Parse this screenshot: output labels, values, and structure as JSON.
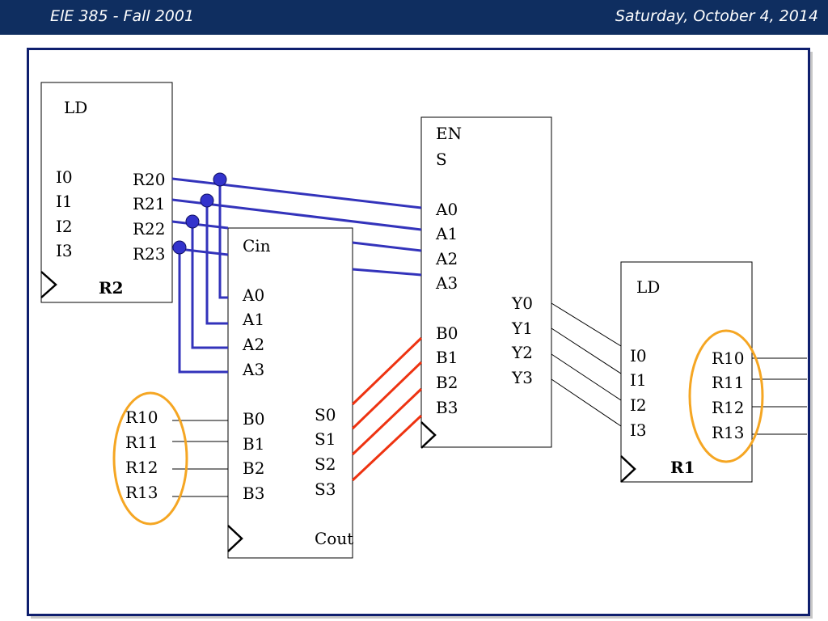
{
  "header": {
    "course": "ElE 385  - Fall 2001",
    "date": "Saturday, October 4, 2014"
  },
  "r2": {
    "load": "LD",
    "name": "R2",
    "inputs": [
      "I0",
      "I1",
      "I2",
      "I3"
    ],
    "outputs": [
      "R20",
      "R21",
      "R22",
      "R23"
    ]
  },
  "adder": {
    "carry_in": "Cin",
    "carry_out": "Cout",
    "a_inputs": [
      "A0",
      "A1",
      "A2",
      "A3"
    ],
    "b_inputs": [
      "B0",
      "B1",
      "B2",
      "B3"
    ],
    "sum_outputs": [
      "S0",
      "S1",
      "S2",
      "S3"
    ]
  },
  "left_r1_labels": [
    "R10",
    "R11",
    "R12",
    "R13"
  ],
  "alu": {
    "enable": "EN",
    "select": "S",
    "a_inputs": [
      "A0",
      "A1",
      "A2",
      "A3"
    ],
    "b_inputs": [
      "B0",
      "B1",
      "B2",
      "B3"
    ],
    "y_outputs": [
      "Y0",
      "Y1",
      "Y2",
      "Y3"
    ]
  },
  "r1": {
    "load": "LD",
    "name": "R1",
    "inputs": [
      "I0",
      "I1",
      "I2",
      "I3"
    ],
    "outputs": [
      "R10",
      "R11",
      "R12",
      "R13"
    ]
  },
  "colors": {
    "header_bg": "#0f2e60",
    "frame_border": "#0f1f6e",
    "bus_blue": "#3333bb",
    "bus_red": "#ee3311",
    "highlight_orange": "#f5a623"
  }
}
